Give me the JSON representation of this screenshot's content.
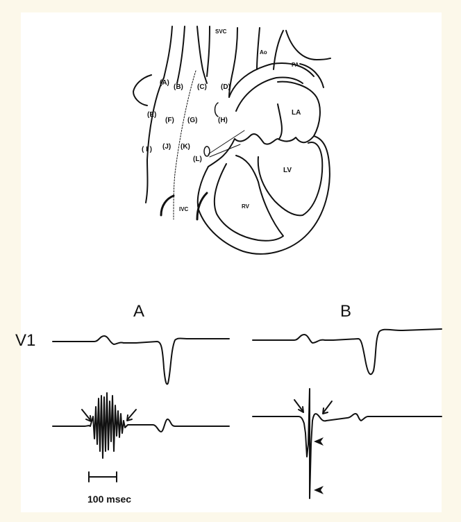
{
  "anatomy": {
    "vessels": {
      "svc": "SVC",
      "ao": "Ao",
      "pa": "PA",
      "ivc": "IVC"
    },
    "chambers": {
      "la": "LA",
      "lv": "LV",
      "rv": "RV"
    },
    "sites": {
      "a": "(A)",
      "b": "(B)",
      "c": "(C)",
      "d": "(D)",
      "e": "(E)",
      "f": "(F)",
      "g": "(G)",
      "h": "(H)",
      "i": "( I )",
      "j": "(J)",
      "k": "(K)",
      "l": "(L)"
    }
  },
  "ecg": {
    "panel_a": "A",
    "panel_b": "B",
    "lead": "V1",
    "scale_bar": "100 msec"
  }
}
